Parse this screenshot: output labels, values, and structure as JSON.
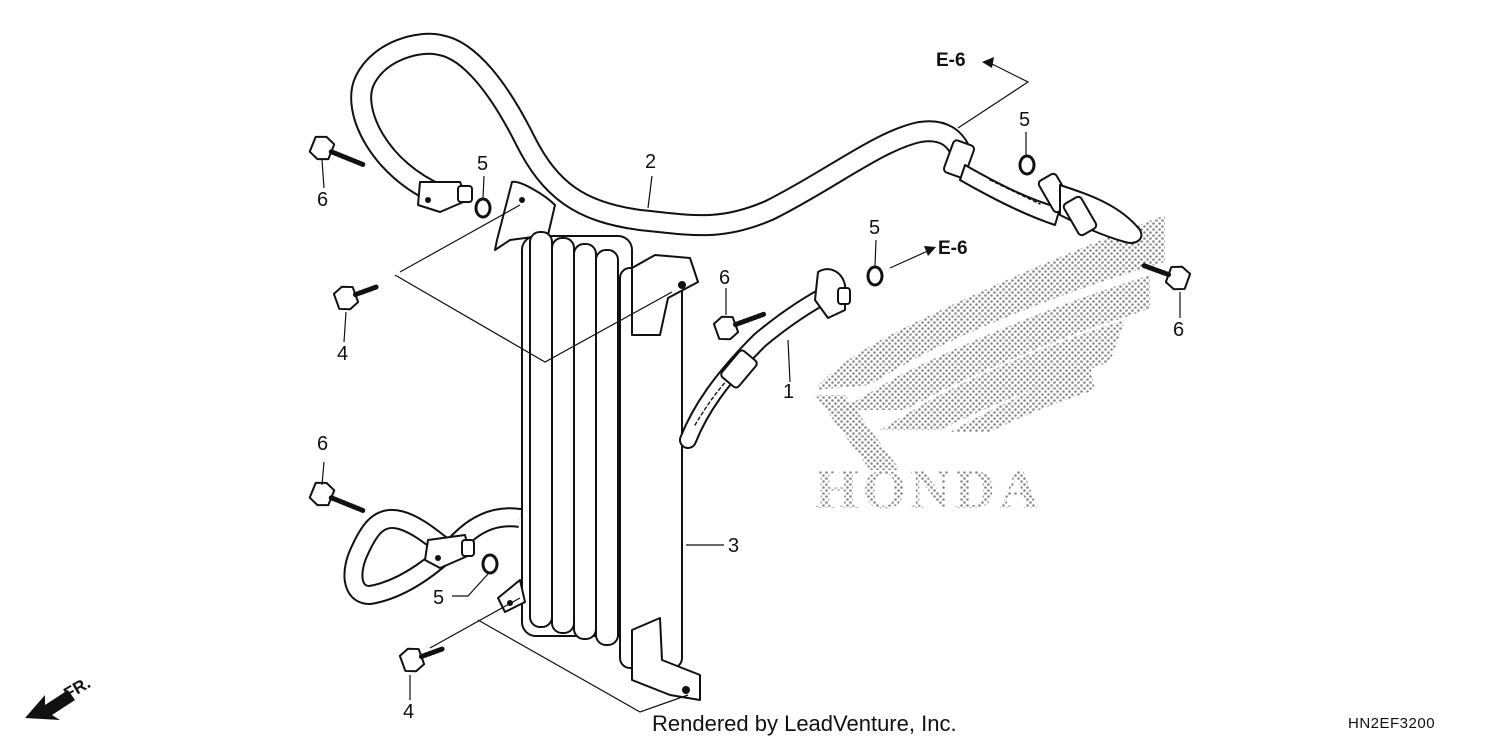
{
  "diagram": {
    "callouts": [
      {
        "id": "c1",
        "label": "1"
      },
      {
        "id": "c2",
        "label": "2"
      },
      {
        "id": "c3",
        "label": "3"
      },
      {
        "id": "c4a",
        "label": "4"
      },
      {
        "id": "c4b",
        "label": "4"
      },
      {
        "id": "c5a",
        "label": "5"
      },
      {
        "id": "c5b",
        "label": "5"
      },
      {
        "id": "c5c",
        "label": "5"
      },
      {
        "id": "c5d",
        "label": "5"
      },
      {
        "id": "c6a",
        "label": "6"
      },
      {
        "id": "c6b",
        "label": "6"
      },
      {
        "id": "c6c",
        "label": "6"
      },
      {
        "id": "c6d",
        "label": "6"
      }
    ],
    "references": [
      {
        "id": "ref-top",
        "label": "E-6"
      },
      {
        "id": "ref-mid",
        "label": "E-6"
      }
    ],
    "direction_marker": "FR.",
    "watermark": "HONDA"
  },
  "footer": {
    "credit": "Rendered by LeadVenture, Inc.",
    "diagram_code": "HN2EF3200"
  }
}
